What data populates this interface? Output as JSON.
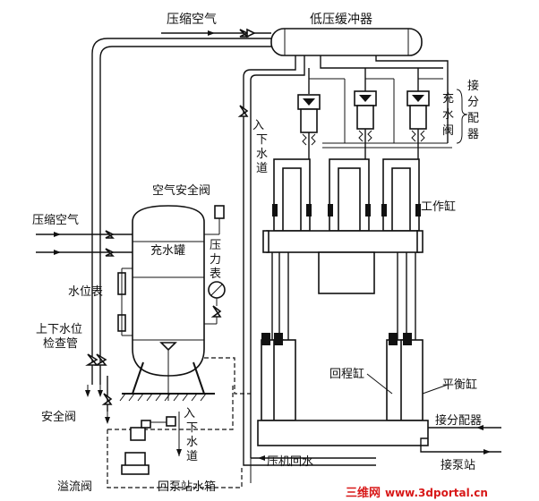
{
  "labels": {
    "compressed_air_top": "压缩空气",
    "low_pressure_buffer": "低压缓冲器",
    "to_sewer_right_1": "入",
    "to_sewer_right_2": "下",
    "to_sewer_right_3": "水",
    "to_sewer_right_4": "道",
    "fill_valve_1": "充",
    "fill_valve_2": "水",
    "fill_valve_3": "阀",
    "connect_dist_1": "接",
    "connect_dist_2": "分",
    "connect_dist_3": "配",
    "connect_dist_4": "器",
    "air_safety_valve": "空气安全阀",
    "working_cylinder": "工作缸",
    "compressed_air_left": "压缩空气",
    "fill_tank": "充水罐",
    "pressure_gauge_1": "压",
    "pressure_gauge_2": "力",
    "pressure_gauge_3": "表",
    "water_level_gauge": "水位表",
    "level_check_pipe_1": "上下水位",
    "level_check_pipe_2": "检查管",
    "return_cylinder": "回程缸",
    "balance_cylinder": "平衡缸",
    "safety_valve": "安全阀",
    "to_sewer_bottom_1": "入",
    "to_sewer_bottom_2": "下",
    "to_sewer_bottom_3": "水",
    "to_sewer_bottom_4": "道",
    "connect_distributor": "接分配器",
    "press_return_water": "压机回水",
    "connect_pump_station": "接泵站",
    "overflow_valve": "溢流阀",
    "pump_station_tank": "回泵站水箱"
  },
  "watermark": {
    "brand": "三维网",
    "url": "www.3dportal.cn"
  }
}
